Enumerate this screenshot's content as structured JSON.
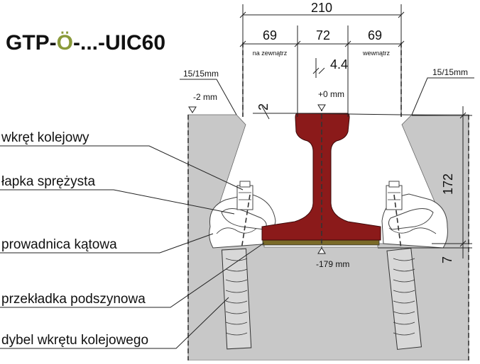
{
  "title": {
    "prefix": "GTP-",
    "accent": "Ö",
    "suffix": "-...-UIC60",
    "accent_color": "#8a9a3a"
  },
  "dimensions": {
    "overall_width": "210",
    "left_width": "69",
    "center_width": "72",
    "right_width": "69",
    "outer_label": "na zewnątrz",
    "inner_label": "wewnątrz",
    "offset": "4.4",
    "gap": "2",
    "height": "172",
    "bottom": "7",
    "left_slope": "15/15mm",
    "right_slope": "15/15mm",
    "left_level": "-2 mm",
    "rail_top_level": "+0 mm",
    "foot_level": "-179 mm"
  },
  "labels": {
    "screw": "wkręt kolejowy",
    "clip": "łapka sprężysta",
    "guide": "prowadnica kątowa",
    "pad": "przekładka podszynowa",
    "dowel": "dybel wkrętu kolejowego"
  },
  "colors": {
    "rail": "#8b1a1a",
    "concrete": "#c8c8c8",
    "pad": "#7a6a28"
  },
  "icons": [
    "level-marker-icon"
  ]
}
